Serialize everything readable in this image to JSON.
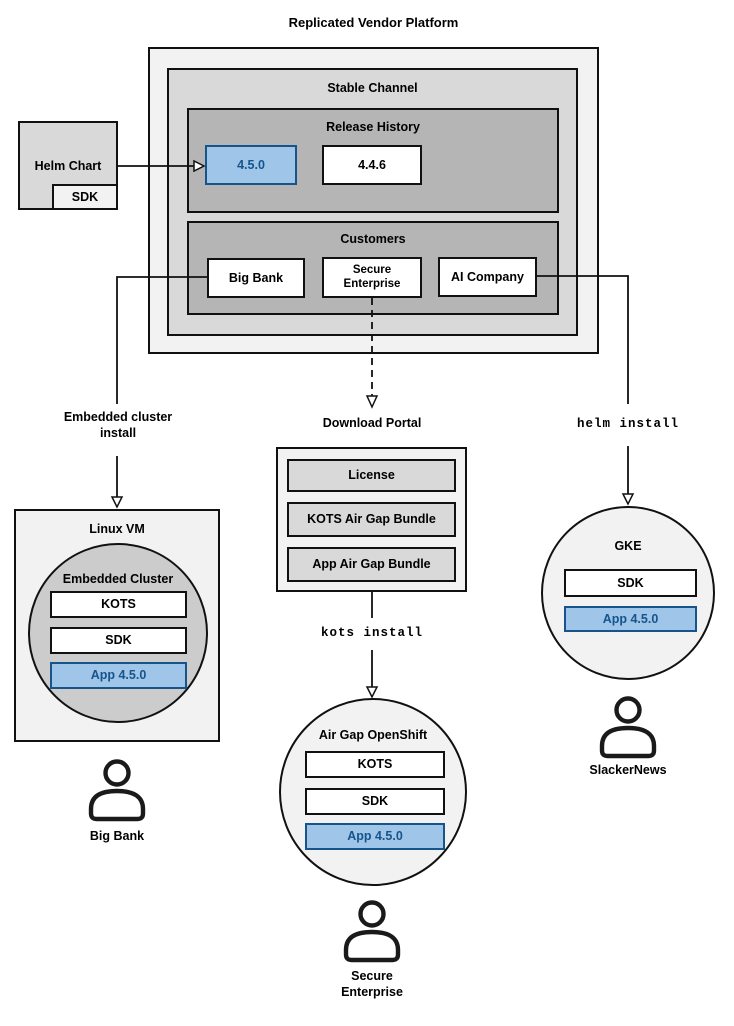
{
  "colors": {
    "highlight_fill": "#9fc5e8",
    "highlight_border": "#17548c",
    "highlight_text": "#17548c",
    "container_light": "#f2f2f2",
    "container_mid": "#d9d9d9",
    "container_dark": "#b5b5b5"
  },
  "diagram": {
    "title": "Replicated Vendor Platform",
    "stable_channel": {
      "label": "Stable Channel",
      "release_history": {
        "label": "Release History",
        "releases": [
          {
            "version": "4.5.0",
            "highlighted": true
          },
          {
            "version": "4.4.6",
            "highlighted": false
          }
        ]
      },
      "customers": {
        "label": "Customers",
        "names": [
          "Big Bank",
          "Secure Enterprise",
          "AI Company"
        ]
      }
    },
    "helm_chart": {
      "label": "Helm Chart",
      "sdk": "SDK"
    },
    "flow_labels": {
      "embedded_cluster_install": "Embedded cluster install",
      "download_portal": "Download Portal",
      "helm_install": "helm install",
      "kots_install": "kots install"
    },
    "download_portal": {
      "items": [
        "License",
        "KOTS Air Gap Bundle",
        "App Air Gap Bundle"
      ]
    },
    "linux_vm": {
      "label": "Linux VM",
      "embedded_cluster": {
        "label": "Embedded Cluster",
        "components": [
          "KOTS",
          "SDK",
          "App 4.5.0"
        ]
      }
    },
    "gke": {
      "label": "GKE",
      "components": [
        "SDK",
        "App 4.5.0"
      ]
    },
    "airgap_openshift": {
      "label": "Air Gap OpenShift",
      "components": [
        "KOTS",
        "SDK",
        "App 4.5.0"
      ]
    },
    "personas": [
      {
        "name": "Big Bank"
      },
      {
        "name": "Secure Enterprise"
      },
      {
        "name": "SlackerNews"
      }
    ]
  }
}
